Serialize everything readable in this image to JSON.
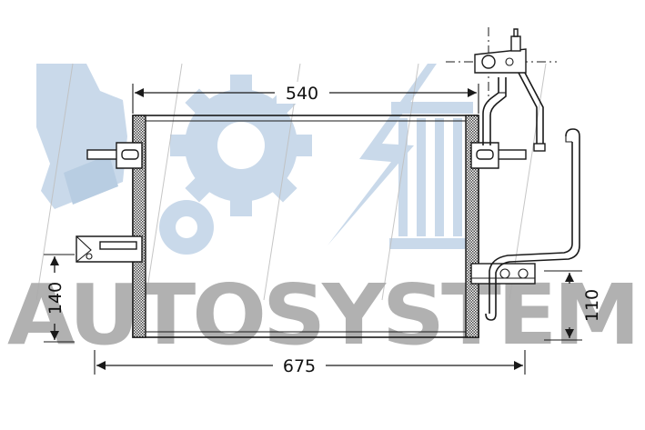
{
  "watermark": {
    "text": "AUTOSYSTEM",
    "text_color": "#aaaaaa",
    "graphics_color": "#c9d9ea"
  },
  "dimensions": {
    "top_width": "540",
    "overall_width": "675",
    "left_height": "140",
    "right_height": "110"
  },
  "colors": {
    "line": "#1a1a1a",
    "core_fill": "#444444"
  }
}
